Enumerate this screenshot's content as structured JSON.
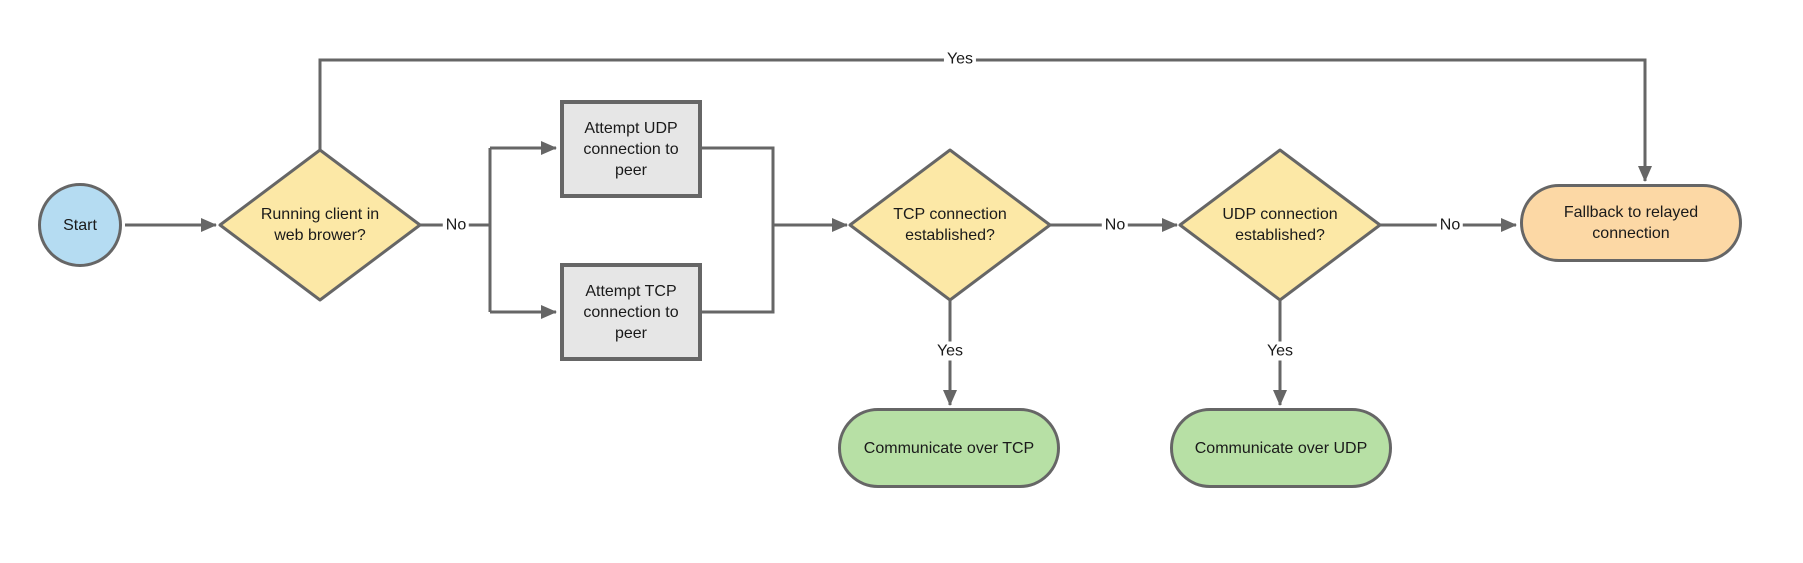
{
  "diagram": {
    "type": "flowchart",
    "colors": {
      "background": "#ffffff",
      "connector_stroke": "#666666",
      "text": "#1a1a1a",
      "start_fill": "#b5dcf2",
      "decision_fill": "#fce8a6",
      "process_fill": "#e6e6e6",
      "success_fill": "#b7e0a5",
      "fallback_fill": "#fcd8a5"
    },
    "nodes": {
      "start": {
        "label": "Start"
      },
      "decision_browser": {
        "lines": [
          "Running client in",
          "web brower?"
        ]
      },
      "process_udp": {
        "lines": [
          "Attempt UDP",
          "connection to",
          "peer"
        ]
      },
      "process_tcp": {
        "lines": [
          "Attempt TCP",
          "connection to",
          "peer"
        ]
      },
      "decision_tcp": {
        "lines": [
          "TCP connection",
          "established?"
        ]
      },
      "decision_udp": {
        "lines": [
          "UDP connection",
          "established?"
        ]
      },
      "terminal_tcp": {
        "label": "Communicate over TCP"
      },
      "terminal_udp": {
        "label": "Communicate over UDP"
      },
      "terminal_fallback": {
        "lines": [
          "Fallback to relayed",
          "connection"
        ]
      }
    },
    "edge_labels": {
      "yes_browser": "Yes",
      "no_browser": "No",
      "no_tcp": "No",
      "yes_tcp": "Yes",
      "no_udp": "No",
      "yes_udp": "Yes"
    }
  }
}
